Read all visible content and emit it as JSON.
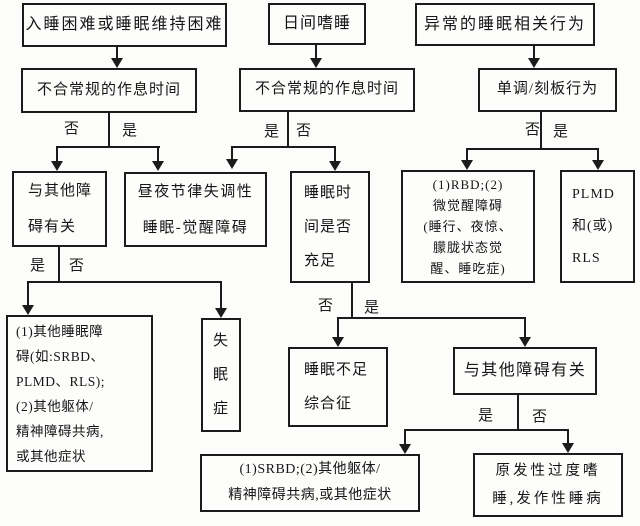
{
  "labels": {
    "yes": "是",
    "no": "否"
  },
  "colors": {
    "background": "#fcfcfa",
    "box_background": "#fdfdfc",
    "border": "#1b1b1b",
    "text": "#161616"
  },
  "nodes": {
    "insomnia_complaint": "入睡困难或睡眠维持困难",
    "daytime_sleepiness": "日间嗜睡",
    "abnormal_sleep_behavior": "异常的睡眠相关行为",
    "irregular_schedule_1": "不合常规的作息时间",
    "irregular_schedule_2": "不合常规的作息时间",
    "monotonous_stereotyped_behavior": "单调/刻板行为",
    "related_other_disorder_1": "与其他障\n碍有关",
    "circadian_rhythm_disorder": "昼夜节律失调性\n睡眠-觉醒障碍",
    "sleep_time_sufficient": "睡眠时\n间是否\n充足",
    "rbd_arousal_disorders": "(1)RBD;(2)\n微觉醒障碍\n(睡行、夜惊、\n朦胧状态觉\n醒、睡吃症)",
    "plmd_rls": "PLMD\n和(或)\nRLS",
    "other_sleep_disorders": "(1)其他睡眠障\n碍(如:SRBD、\nPLMD、RLS);\n(2)其他躯体/\n精神障碍共病,\n或其他症状",
    "insomnia": "失\n眠\n症",
    "insufficient_sleep_syndrome": "睡眠不足\n综合征",
    "related_other_disorder_2": "与其他障碍有关",
    "srbd_comorbid": "(1)SRBD;(2)其他躯体/\n精神障碍共病,或其他症状",
    "primary_hypersomnia_narcolepsy": "原发性过度嗜\n睡,发作性睡病"
  }
}
